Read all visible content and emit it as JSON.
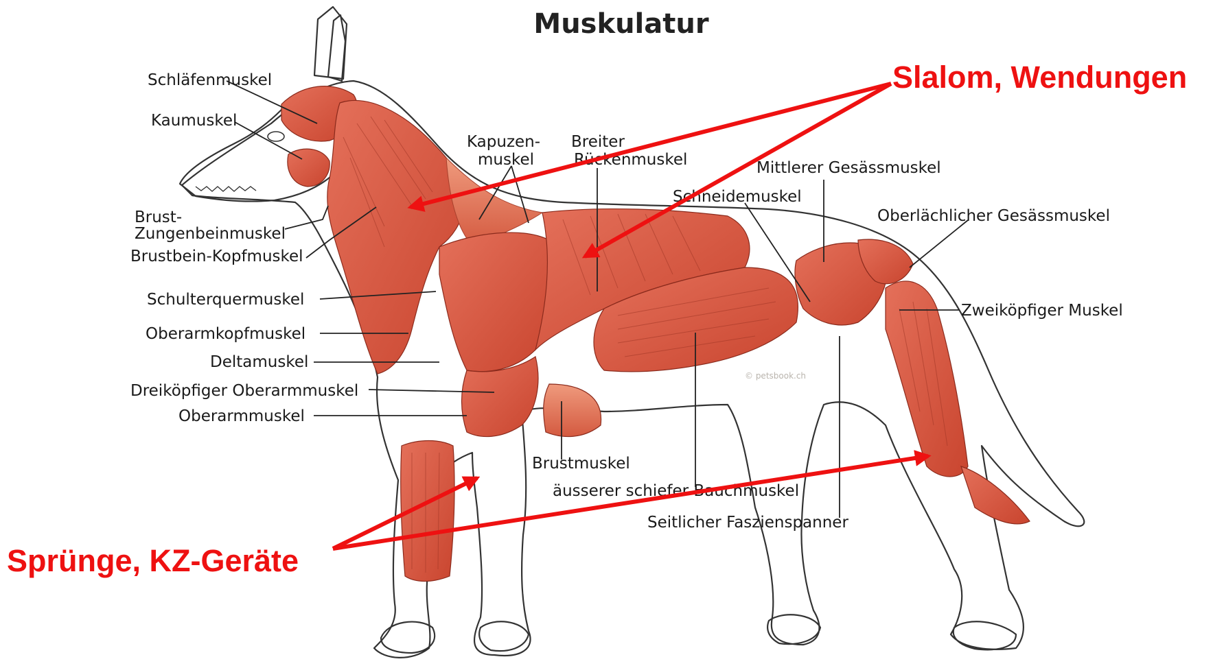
{
  "title": "Muskulatur",
  "labels": {
    "schlaefenmuskel": "Schläfenmuskel",
    "kaumuskel": "Kaumuskel",
    "brust_zungen_1": "Brust-",
    "brust_zungen_2": "Zungenbeinmuskel",
    "brustbein_kopf": "Brustbein-Kopfmuskel",
    "kapuzen_1": "Kapuzen-",
    "kapuzen_2": "muskel",
    "breiter_1": "Breiter",
    "breiter_2": "Rückenmuskel",
    "mittlerer_gesaess": "Mittlerer Gesässmuskel",
    "schneidemuskel": "Schneidemuskel",
    "oberflaechlicher_gesaess": "Oberlächlicher Gesässmuskel",
    "schulterquer": "Schulterquermuskel",
    "oberarmkopf": "Oberarmkopfmuskel",
    "delta": "Deltamuskel",
    "dreikoepfiger_oberarm": "Dreiköpfiger Oberarmmuskel",
    "oberarm": "Oberarmmuskel",
    "zweikoepfiger": "Zweiköpfiger Muskel",
    "brustmuskel": "Brustmuskel",
    "bauchmuskel": "äusserer schiefer Bauchmuskel",
    "faszienspanner": "Seitlicher Faszienspanner"
  },
  "callouts": {
    "slalom": "Slalom, Wendungen",
    "spruenge": "Sprünge, KZ-Geräte"
  },
  "colors": {
    "callout": "#ee1111",
    "muscle": "#d9553d",
    "muscle_light": "#ea8a6c",
    "outline": "#333333"
  },
  "watermark": "© petsbook.ch"
}
